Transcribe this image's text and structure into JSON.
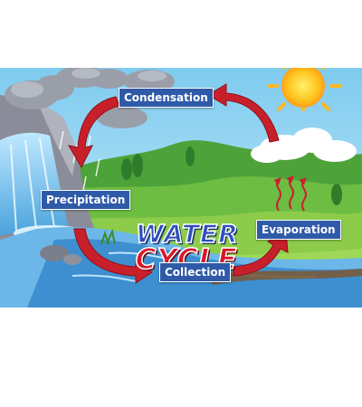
{
  "diagram": {
    "title_line1": "WATER",
    "title_line2": "CYCLE",
    "stages": {
      "condensation": "Condensation",
      "precipitation": "Precipitation",
      "collection": "Collection",
      "evaporation": "Evaporation"
    }
  },
  "colors": {
    "sky": "#8fd3f0",
    "hill": "#5fb83a",
    "grass": "#8dcc4a",
    "river": "#4aa3dd",
    "arrow": "#c8202b",
    "label_bg": "#2f5aa8",
    "sun": "#ffb81c"
  }
}
